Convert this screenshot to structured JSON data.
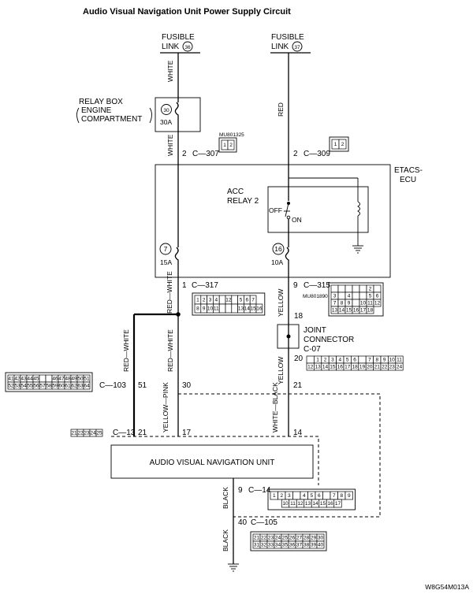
{
  "title": "Audio Visual Navigation Unit Power Supply Circuit",
  "fusible_left": {
    "line1": "FUSIBLE",
    "line2": "LINK",
    "num": "36"
  },
  "fusible_right": {
    "line1": "FUSIBLE",
    "line2": "LINK",
    "num": "37"
  },
  "relay_box": {
    "line1": "RELAY BOX",
    "line2": "ENGINE",
    "line3": "COMPARTMENT",
    "fuse_num": "30",
    "fuse_amp": "30A"
  },
  "etacs": {
    "line1": "ETACS-",
    "line2": "ECU"
  },
  "acc_relay": {
    "line1": "ACC",
    "line2": "RELAY 2",
    "off": "OFF",
    "on": "ON"
  },
  "fuse7": {
    "num": "7",
    "amp": "15A"
  },
  "fuse16": {
    "num": "16",
    "amp": "10A"
  },
  "joint": {
    "line1": "JOINT",
    "line2": "CONNECTOR",
    "conn": "C-07",
    "pin_top": "18",
    "pin_bottom": "20"
  },
  "avnu": {
    "label": "AUDIO VISUAL NAVIGATION UNIT"
  },
  "wires": {
    "white_top": "WHITE",
    "white_mid": "WHITE",
    "red": "RED",
    "red_white_a": "RED—WHITE",
    "red_white_b": "RED—WHITE",
    "red_white_c": "RED—WHITE",
    "yellow_a": "YELLOW",
    "yellow_b": "YELLOW",
    "yellow_pink": "YELLOW—PINK",
    "white_black": "WHITE—BLACK",
    "black_a": "BLACK",
    "black_b": "BLACK"
  },
  "connectors": {
    "c307": "C—307",
    "c309": "C—309",
    "c317": "C—317",
    "c315": "C—315",
    "c103": "C—103",
    "c13": "C—13",
    "c14": "C—14",
    "c105": "C—105",
    "mu1325": "MU801325",
    "mu1890": "MU801890"
  },
  "pins": {
    "p2a": "2",
    "p2b": "2",
    "p1": "1",
    "p9": "9",
    "p51": "51",
    "p30": "30",
    "p21a": "21",
    "p21b": "21",
    "p17": "17",
    "p14": "14",
    "p9b": "9",
    "p40": "40"
  },
  "grids": {
    "c307": [
      [
        "1",
        "2"
      ]
    ],
    "c309": [
      [
        "1",
        "2"
      ]
    ],
    "c317": [
      [
        "1",
        "2",
        "3",
        "4",
        "",
        "12",
        "",
        "5",
        "6",
        "7"
      ],
      [
        "8",
        "9",
        "10",
        "11",
        "",
        "",
        "",
        "13",
        "14",
        "15",
        "16"
      ]
    ],
    "c315": [
      [
        "",
        "",
        "",
        "",
        "",
        "2",
        ""
      ],
      [
        "3",
        "",
        "4",
        "",
        "",
        "5",
        "6"
      ],
      [
        "7",
        "8",
        "9",
        "",
        "10",
        "11",
        "12"
      ],
      [
        "13",
        "14",
        "15",
        "16",
        "17",
        "18"
      ]
    ],
    "joint": [
      [
        "",
        "1",
        "2",
        "3",
        "4",
        "5",
        "6",
        "",
        "7",
        "8",
        "9",
        "10",
        "11"
      ],
      [
        "12",
        "13",
        "14",
        "15",
        "16",
        "17",
        "18",
        "19",
        "20",
        "21",
        "22",
        "23",
        "24"
      ]
    ],
    "c103": [
      [
        "41",
        "42",
        "43",
        "44",
        "45",
        "",
        "",
        "46",
        "47",
        "48",
        "49",
        "50",
        "51"
      ],
      [
        "52",
        "53",
        "54",
        "55",
        "56",
        "57",
        "58",
        "59",
        "60",
        "61",
        "62",
        "63",
        "64"
      ]
    ],
    "c13": [
      [
        "21",
        "22",
        "23",
        "24",
        "25"
      ]
    ],
    "c14": [
      [
        "1",
        "2",
        "3",
        "",
        "4",
        "5",
        "6",
        "",
        "7",
        "8",
        "9"
      ],
      [
        "10",
        "11",
        "12",
        "13",
        "14",
        "15",
        "16",
        "17"
      ]
    ],
    "c105": [
      [
        "21",
        "22",
        "23",
        "24",
        "25",
        "26",
        "27",
        "28",
        "29",
        "30"
      ],
      [
        "31",
        "32",
        "33",
        "34",
        "35",
        "36",
        "37",
        "38",
        "39",
        "40"
      ]
    ]
  },
  "code": "W8G54M013A"
}
